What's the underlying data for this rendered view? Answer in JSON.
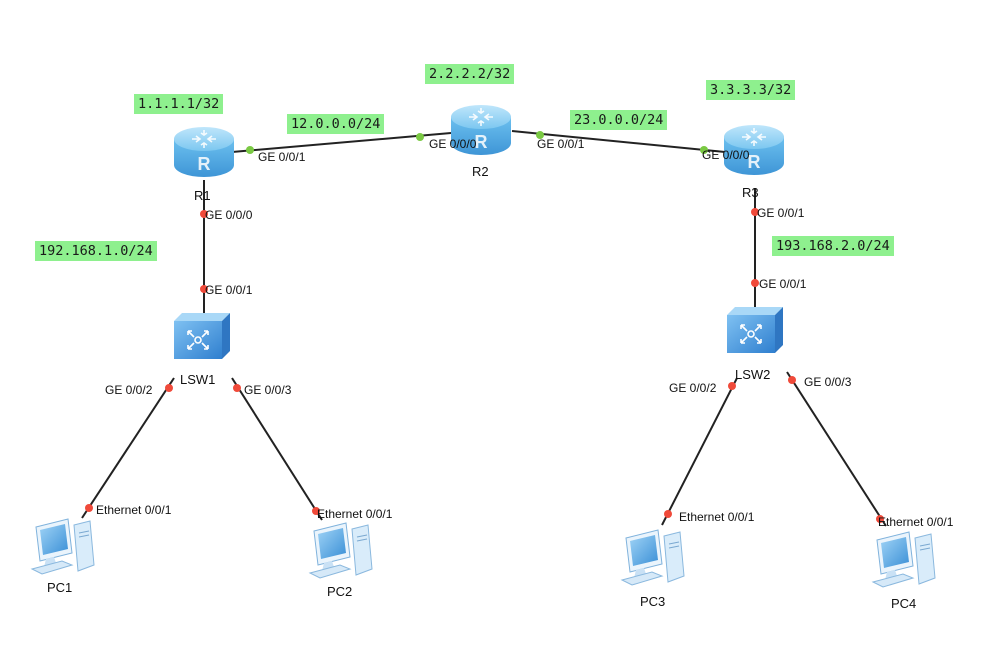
{
  "devices": {
    "r1": {
      "name": "R1",
      "icon": "router-icon"
    },
    "r2": {
      "name": "R2",
      "icon": "router-icon"
    },
    "r3": {
      "name": "R3",
      "icon": "router-icon"
    },
    "lsw1": {
      "name": "LSW1",
      "icon": "switch-icon"
    },
    "lsw2": {
      "name": "LSW2",
      "icon": "switch-icon"
    },
    "pc1": {
      "name": "PC1",
      "icon": "pc-icon"
    },
    "pc2": {
      "name": "PC2",
      "icon": "pc-icon"
    },
    "pc3": {
      "name": "PC3",
      "icon": "pc-icon"
    },
    "pc4": {
      "name": "PC4",
      "icon": "pc-icon"
    }
  },
  "networks": {
    "r1_loopback": "1.1.1.1/32",
    "r2_loopback": "2.2.2.2/32",
    "r3_loopback": "3.3.3.3/32",
    "r1_r2": "12.0.0.0/24",
    "r2_r3": "23.0.0.0/24",
    "lan1": "192.168.1.0/24",
    "lan2": "193.168.2.0/24"
  },
  "ports": {
    "r1_to_r2": "GE 0/0/1",
    "r2_to_r1": "GE 0/0/0",
    "r2_to_r3": "GE 0/0/1",
    "r3_to_r2": "GE 0/0/0",
    "r1_to_lsw1": "GE 0/0/0",
    "lsw1_to_r1": "GE 0/0/1",
    "r3_to_lsw2": "GE 0/0/1",
    "lsw2_to_r3": "GE 0/0/1",
    "lsw1_to_pc1": "GE 0/0/2",
    "lsw1_to_pc2": "GE 0/0/3",
    "lsw2_to_pc3": "GE 0/0/2",
    "lsw2_to_pc4": "GE 0/0/3",
    "pc1_eth": "Ethernet 0/0/1",
    "pc2_eth": "Ethernet 0/0/1",
    "pc3_eth": "Ethernet 0/0/1",
    "pc4_eth": "Ethernet 0/0/1"
  },
  "colors": {
    "label_bg": "#8ef08e",
    "link_up": "#7ac943",
    "link_down": "#f04a3a",
    "router_body": "#5fb6ea",
    "switch_body": "#4f9fe0"
  }
}
